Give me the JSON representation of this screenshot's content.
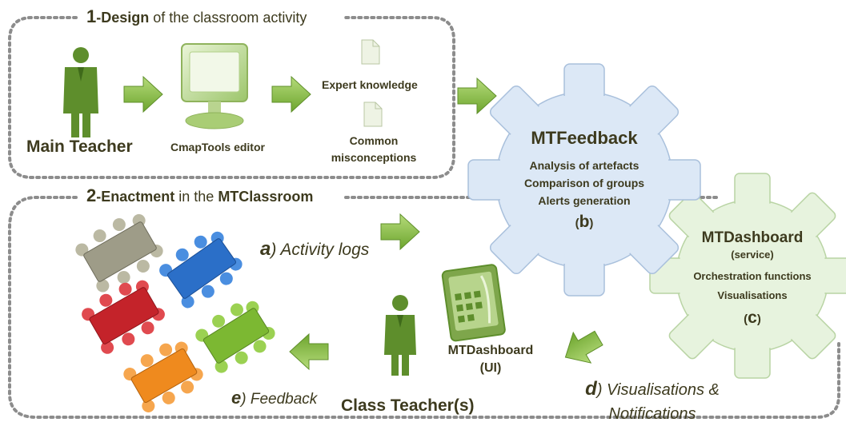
{
  "section1": {
    "number": "1",
    "keyword": "-Design",
    "rest": " of the classroom activity"
  },
  "section2": {
    "number": "2",
    "keyword": "-Enactment",
    "middle": " in the ",
    "tail": "MTClassroom"
  },
  "actors": {
    "main_teacher": "Main Teacher",
    "cmaptools": "CmapTools editor",
    "expert_knowledge": "Expert knowledge",
    "common": "Common",
    "misconceptions": "misconceptions",
    "class_teacher": "Class Teacher(s)",
    "mtdashboard_ui_line1": "MTDashboard",
    "mtdashboard_ui_line2": "(UI)"
  },
  "gear_b": {
    "title": "MTFeedback",
    "lines": [
      "Analysis of artefacts",
      "Comparison of groups",
      "Alerts generation"
    ],
    "tag_open": "(",
    "tag": "b",
    "tag_close": ")"
  },
  "gear_c": {
    "title": "MTDashboard",
    "subtitle": "(service)",
    "lines": [
      "Orchestration functions",
      "Visualisations"
    ],
    "tag_open": "(",
    "tag": "c",
    "tag_close": ")"
  },
  "steps": {
    "a": {
      "letter": "a",
      "text": ") Activity logs"
    },
    "d": {
      "letter": "d",
      "text": ") Visualisations &",
      "text2": "Notifications"
    },
    "e": {
      "letter": "e",
      "text": ") Feedback"
    }
  },
  "colors": {
    "dotted_border": "#8c8c8c",
    "arrow_green": "#8bc34a",
    "gear_blue": "#dce8f6",
    "gear_green": "#e7f3de",
    "teacher_green": "#5e8e2c",
    "table_grey": "#9e9c88",
    "table_blue": "#2b6fc8",
    "table_red": "#c4232a",
    "table_green": "#7cb832",
    "table_orange": "#ef8a1e"
  },
  "icons": [
    "person-icon",
    "monitor-icon",
    "document-icon",
    "tablet-icon",
    "arrow-right-icon",
    "arrow-left-icon",
    "gear-icon",
    "table-group-icon"
  ]
}
